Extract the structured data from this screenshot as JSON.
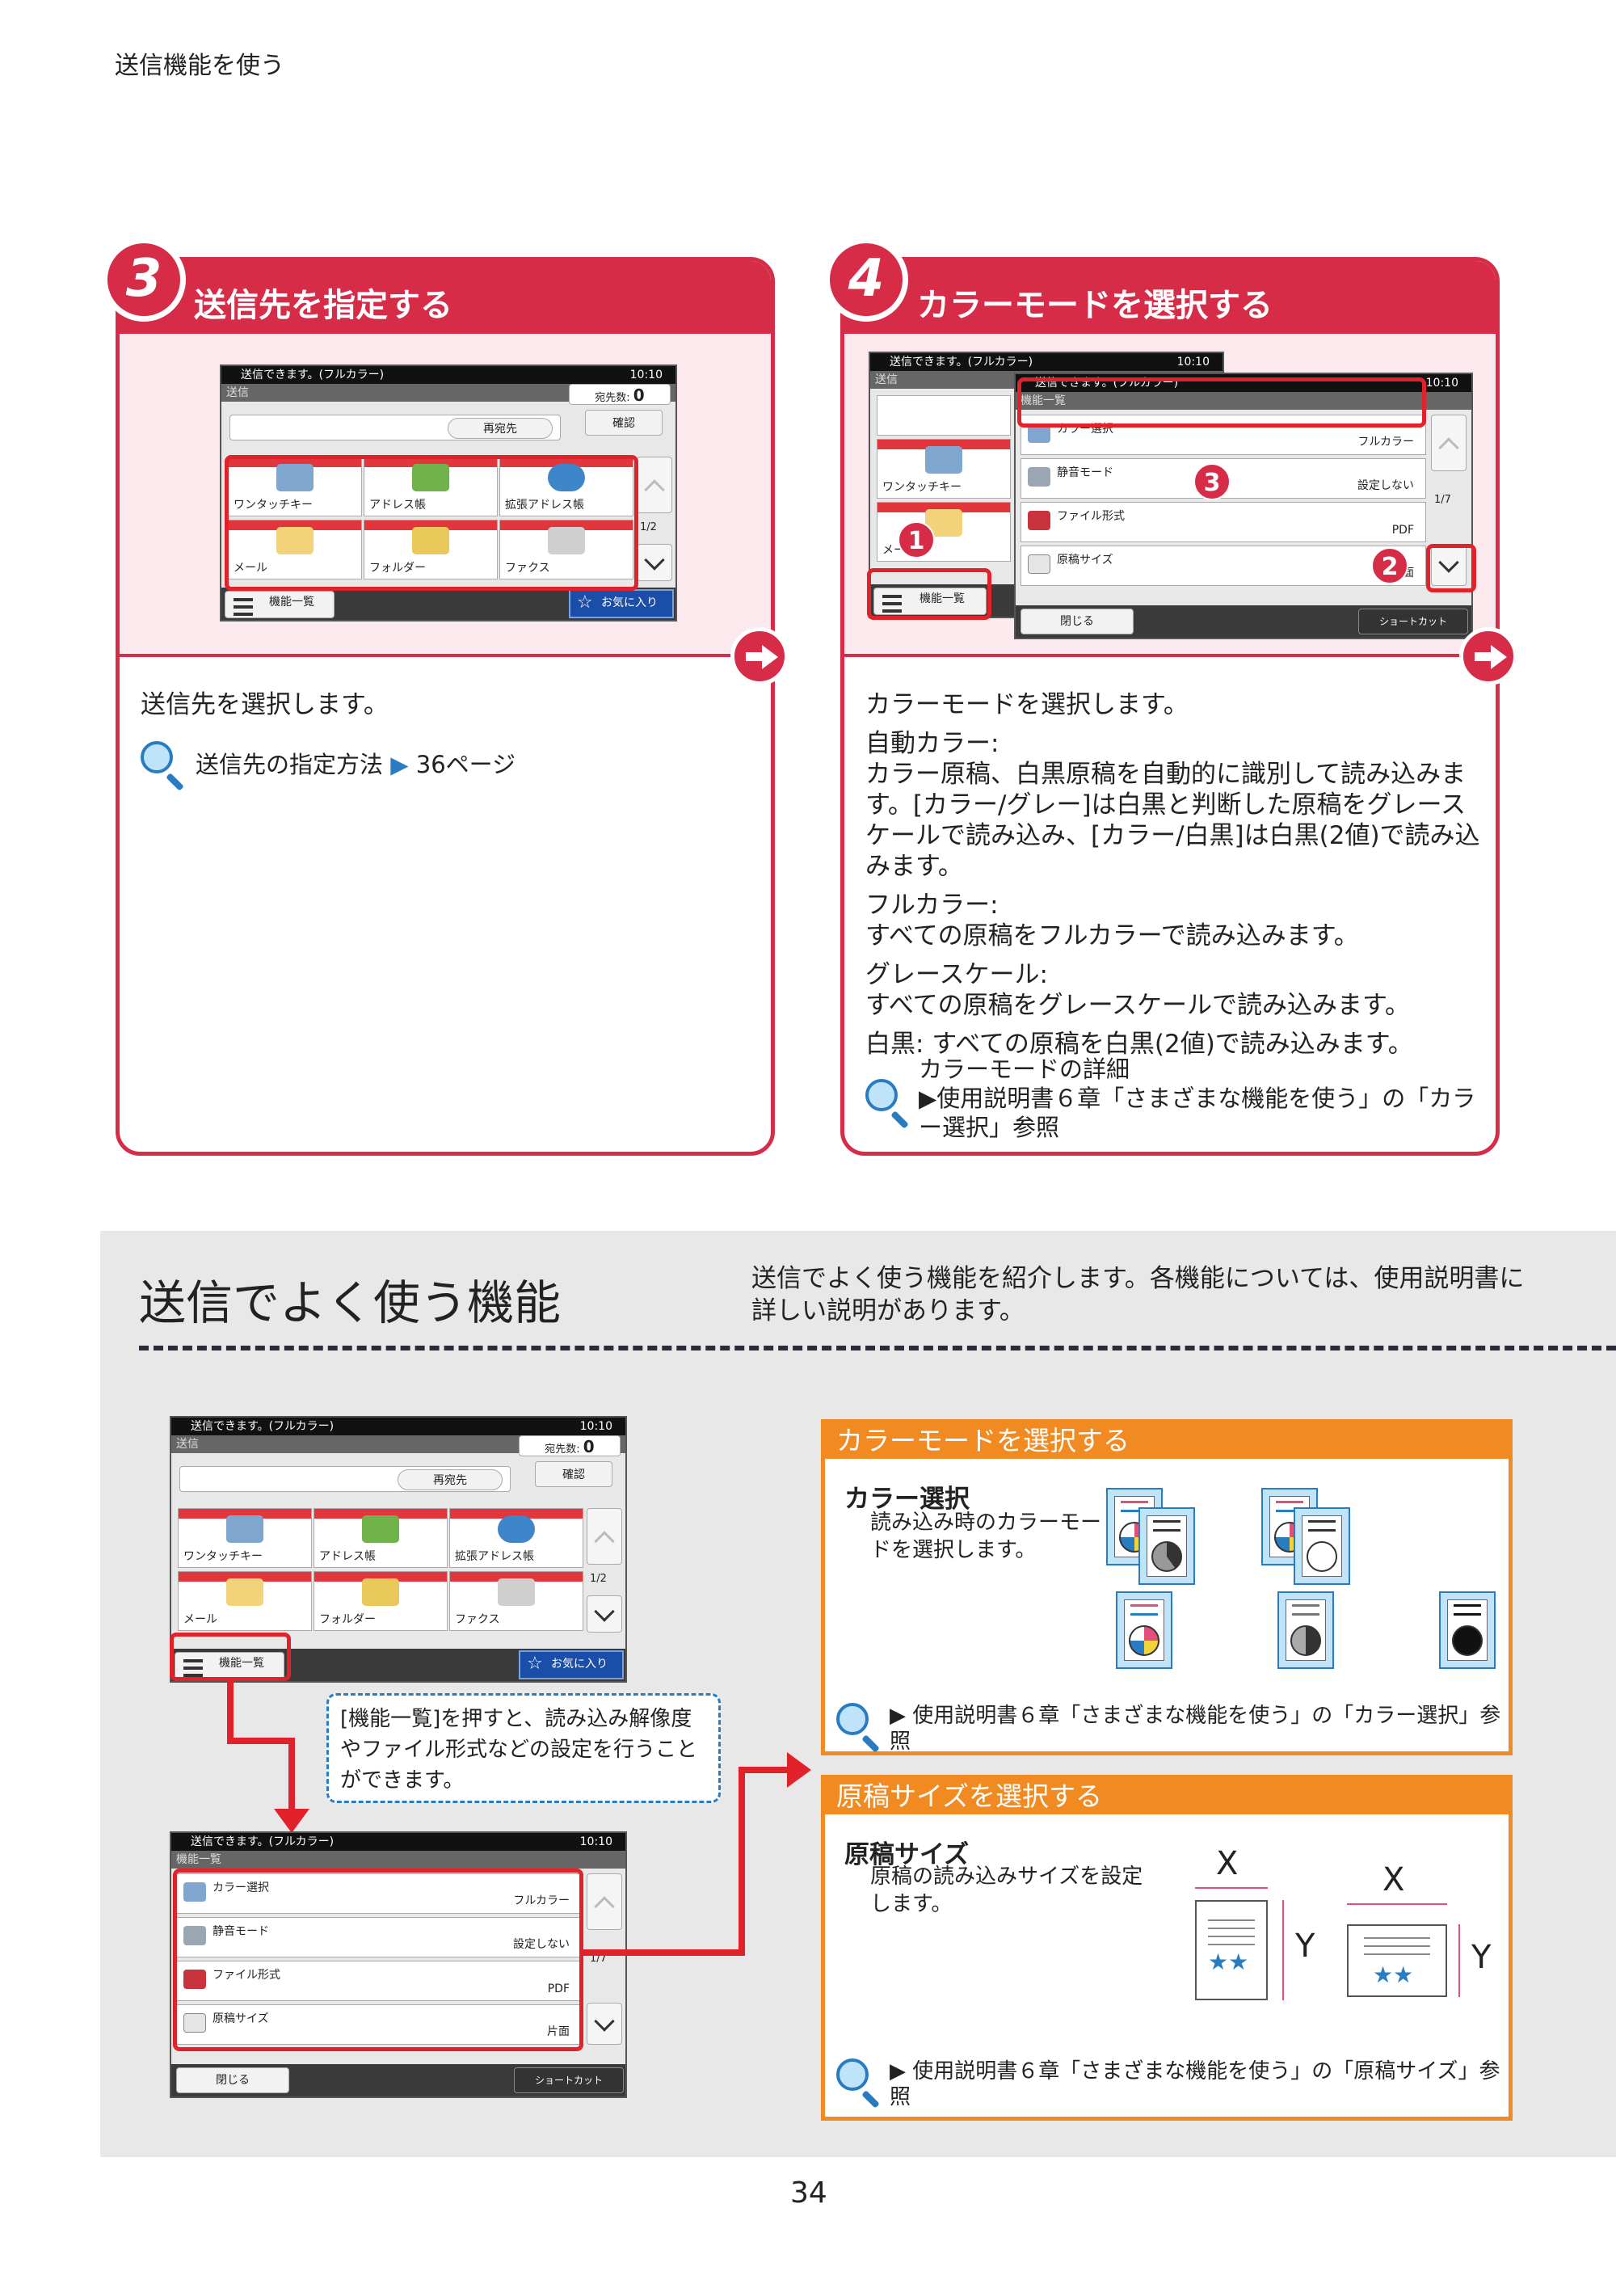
{
  "running_head": "送信機能を使う",
  "step3": {
    "number": "3",
    "title": "送信先を指定する",
    "body": "送信先を選択します。",
    "ref_text": "送信先の指定方法",
    "ref_page": "36ページ"
  },
  "step4": {
    "number": "4",
    "title": "カラーモードを選択する",
    "intro": "カラーモードを選択します。",
    "auto_label": "自動カラー:",
    "auto_text": "カラー原稿、白黒原稿を自動的に識別して読み込みます。[カラー/グレー]は白黒と判断した原稿をグレースケールで読み込み、[カラー/白黒]は白黒(2値)で読み込みます。",
    "full_label": "フルカラー:",
    "full_text": "すべての原稿をフルカラーで読み込みます。",
    "gray_label": "グレースケール:",
    "gray_text": "すべての原稿をグレースケールで読み込みます。",
    "mono_text": "白黒: すべての原稿を白黒(2値)で読み込みます。",
    "ref_title": "カラーモードの詳細",
    "ref_text": "▶使用説明書６章「さまざまな機能を使う」の「カラー選択」参照"
  },
  "panel_send": {
    "status": "送信できます。(フルカラー)",
    "clock": "10:10",
    "sub": "送信",
    "dest_count_label": "宛先数:",
    "dest_count": "0",
    "redial": "再宛先",
    "confirm": "確認",
    "tiles": [
      "ワンタッチキー",
      "アドレス帳",
      "拡張アドレス帳",
      "メール",
      "フォルダー",
      "ファクス"
    ],
    "page": "1/2",
    "func_list": "機能一覧",
    "favorites": "お気に入り"
  },
  "panel_func": {
    "status": "送信できます。(フルカラー)",
    "clock": "10:10",
    "sub": "機能一覧",
    "rows": [
      {
        "name": "カラー選択",
        "value": "フルカラー"
      },
      {
        "name": "静音モード",
        "value": "設定しない"
      },
      {
        "name": "ファイル形式",
        "value": "PDF"
      },
      {
        "name": "原稿サイズ",
        "value": "片面"
      }
    ],
    "page": "1/7",
    "close": "閉じる",
    "shortcut": "ショートカット"
  },
  "markers": [
    "1",
    "2",
    "3"
  ],
  "section": {
    "title": "送信でよく使う機能",
    "lead": "送信でよく使う機能を紹介します。各機能については、使用説明書に詳しい説明があります。",
    "callout": "[機能一覧]を押すと、読み込み解像度やファイル形式などの設定を行うことができます。"
  },
  "feature_color": {
    "head": "カラーモードを選択する",
    "name": "カラー選択",
    "desc": "読み込み時のカラーモードを選択します。",
    "ref": "▶ 使用説明書６章「さまざまな機能を使う」の「カラー選択」参照"
  },
  "feature_size": {
    "head": "原稿サイズを選択する",
    "name": "原稿サイズ",
    "desc": "原稿の読み込みサイズを設定します。",
    "x": "X",
    "y": "Y",
    "ref": "▶ 使用説明書６章「さまざまな機能を使う」の「原稿サイズ」参照"
  },
  "page_number": "34",
  "colors": {
    "step_red": "#d62c47",
    "highlight_red": "#e2222b",
    "orange": "#f28a22",
    "link_blue": "#2a7cc2",
    "section_gray": "#e8e8e8"
  }
}
